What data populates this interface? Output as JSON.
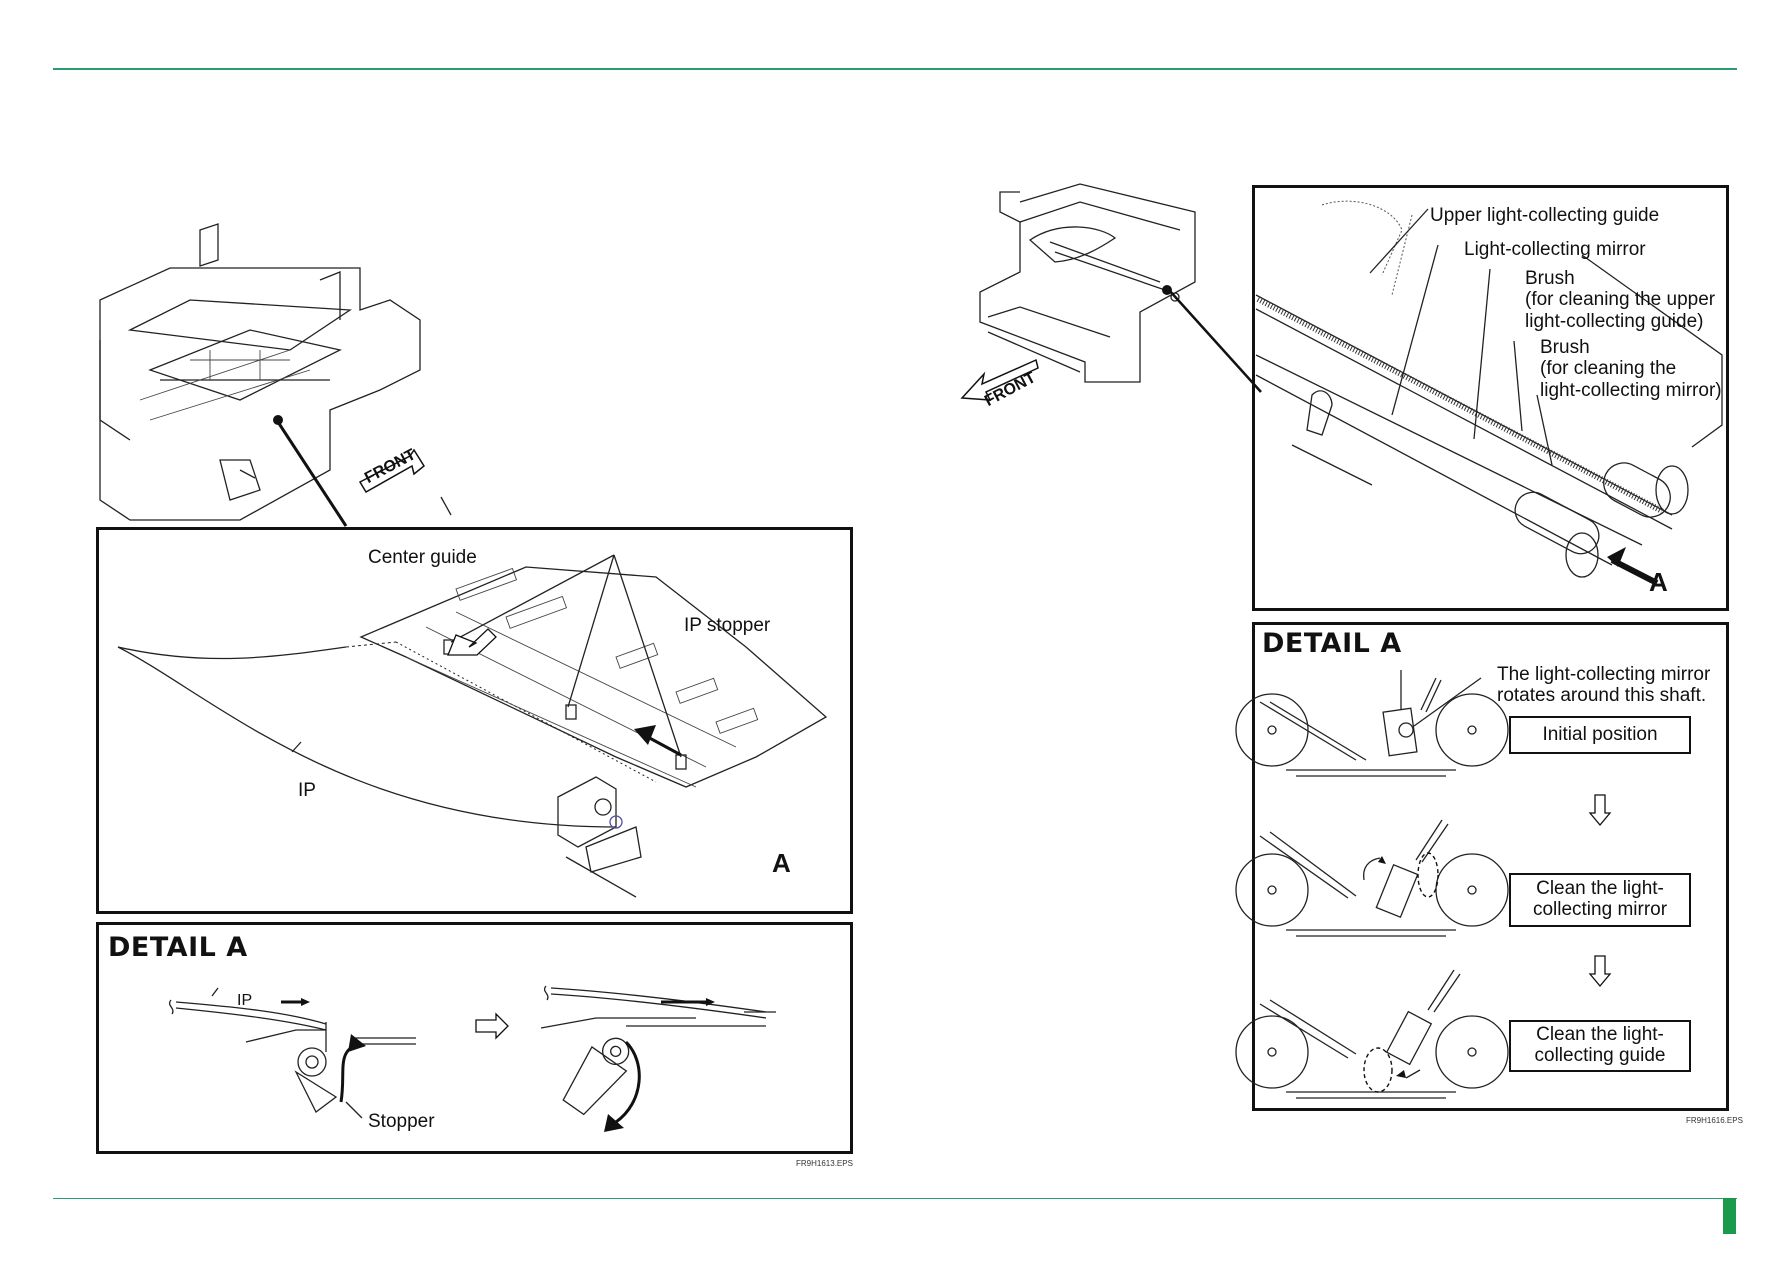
{
  "left_figure": {
    "front_label": "FRONT",
    "labels": {
      "center_guide": "Center guide",
      "ip_stopper": "IP stopper",
      "ip": "IP",
      "a": "A"
    },
    "detail_title": "DETAIL A",
    "detail_labels": {
      "ip": "IP",
      "stopper": "Stopper"
    },
    "figure_id": "FR9H1613.EPS"
  },
  "right_figure": {
    "front_label": "FRONT",
    "labels": {
      "upper_guide": "Upper light-collecting guide",
      "mirror": "Light-collecting mirror",
      "brush1": "Brush\n(for cleaning the upper\nlight-collecting guide)",
      "brush2": "Brush\n(for cleaning the\nlight-collecting mirror)",
      "a": "A"
    },
    "detail_title": "DETAIL A",
    "detail_note": "The light-collecting mirror\nrotates around this shaft.",
    "steps": [
      "Initial position",
      "Clean the light-\ncollecting mirror",
      "Clean the light-\ncollecting guide"
    ],
    "figure_id": "FR9H1616.EPS"
  },
  "colors": {
    "accent_rule": "#2a9d6e",
    "page_tab": "#1a9a4a"
  }
}
